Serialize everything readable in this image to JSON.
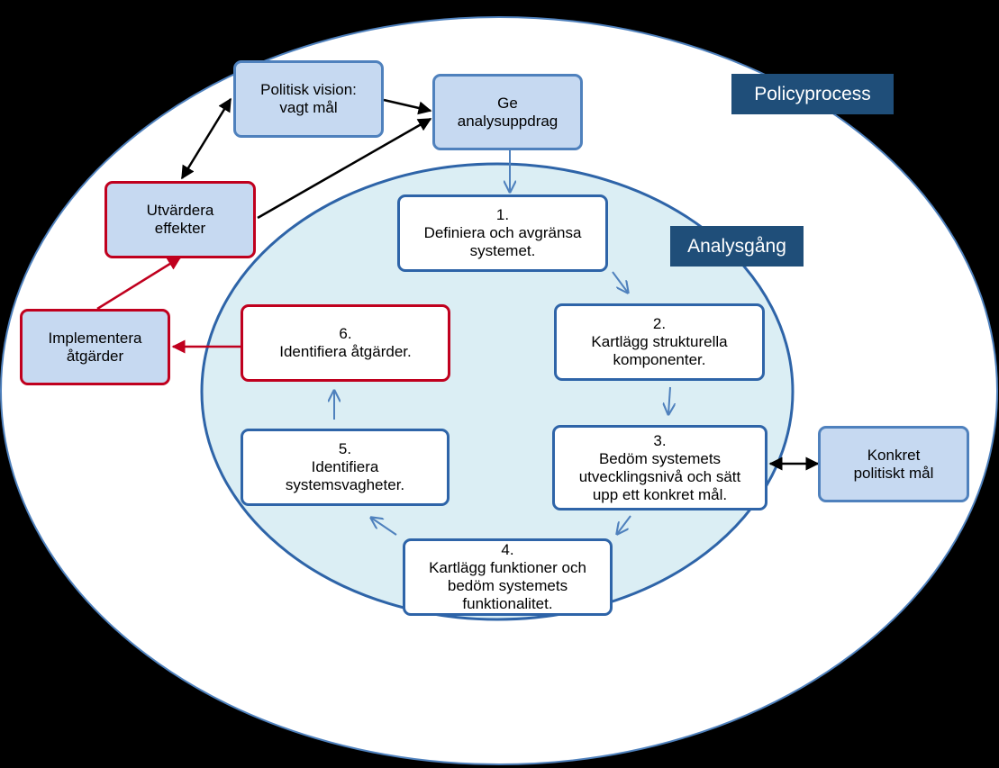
{
  "colors": {
    "background": "#000000",
    "outer_circle_fill": "#ffffff",
    "outer_circle_stroke": "#4f81bd",
    "inner_circle_fill": "#dbeef4",
    "inner_circle_stroke": "#2e64a8",
    "policy_box": "#c6d9f1",
    "red_border": "#c0001e",
    "label_dark": "#1f4e79"
  },
  "labels": {
    "policyprocess": "Policyprocess",
    "analysgang": "Analysgång"
  },
  "policy": {
    "vision": "Politisk vision:\nvagt mål",
    "uppdrag": "Ge\nanalysuppdrag",
    "utvardera": "Utvärdera\neffekter",
    "implementera": "Implementera\nåtgärder",
    "konkret": "Konkret\npolitiskt mål"
  },
  "steps": {
    "s1": "1.\nDefiniera och avgränsa\nsystemet.",
    "s2": "2.\nKartlägg strukturella\nkomponenter.",
    "s3": "3.\nBedöm systemets\nutvecklingsnivå och sätt\nupp ett konkret mål.",
    "s4": "4.\nKartlägg funktioner och\nbedöm systemets\nfunktionalitet.",
    "s5": "5.\nIdentifiera\nsystemsvagheter.",
    "s6": "6.\nIdentifiera åtgärder."
  }
}
